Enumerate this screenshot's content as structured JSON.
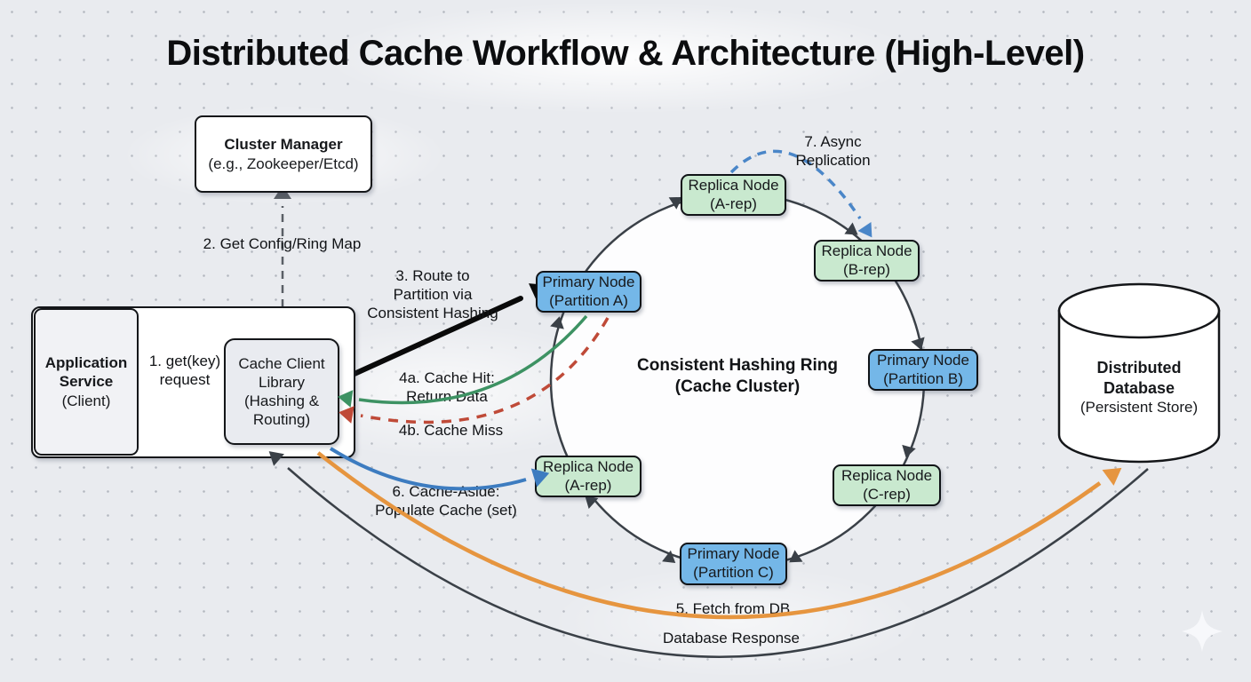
{
  "title": "Distributed Cache Workflow & Architecture (High-Level)",
  "cluster_manager": {
    "title": "Cluster Manager",
    "subtitle": "(e.g., Zookeeper/Etcd)"
  },
  "client": {
    "app_service_title": "Application Service",
    "app_service_subtitle": "(Client)",
    "cache_client_title": "Cache Client Library",
    "cache_client_subtitle": "(Hashing & Routing)"
  },
  "ring": {
    "label_line1": "Consistent Hashing Ring",
    "label_line2": "(Cache Cluster)",
    "nodes": [
      {
        "id": "primary-a",
        "type": "primary",
        "title": "Primary Node",
        "subtitle": "(Partition A)"
      },
      {
        "id": "replica-a-top",
        "type": "replica",
        "title": "Replica Node",
        "subtitle": "(A-rep)"
      },
      {
        "id": "replica-b",
        "type": "replica",
        "title": "Replica Node",
        "subtitle": "(B-rep)"
      },
      {
        "id": "primary-b",
        "type": "primary",
        "title": "Primary Node",
        "subtitle": "(Partition B)"
      },
      {
        "id": "replica-c",
        "type": "replica",
        "title": "Replica Node",
        "subtitle": "(C-rep)"
      },
      {
        "id": "primary-c",
        "type": "primary",
        "title": "Primary Node",
        "subtitle": "(Partition C)"
      },
      {
        "id": "replica-a-bottom",
        "type": "replica",
        "title": "Replica Node",
        "subtitle": "(A-rep)"
      }
    ]
  },
  "database": {
    "title": "Distributed Database",
    "subtitle": "(Persistent Store)"
  },
  "edges": {
    "e1": "1. get(key) request",
    "e2": "2. Get Config/Ring Map",
    "e3": "3. Route to Partition via Consistent Hashing",
    "e4a": "4a. Cache Hit: Return Data",
    "e4b": "4b. Cache Miss",
    "e5": "5. Fetch from DB",
    "e6": "6. Cache-Aside: Populate Cache (set)",
    "e7": "7. Async Replication",
    "db_response": "Database Response"
  },
  "colors": {
    "primary_node_fill": "#74b7e8",
    "replica_node_fill": "#c9e9cf",
    "route_arrow": "#0a0a0a",
    "cache_hit_green": "#3d9263",
    "cache_miss_red": "#bf4a38",
    "cache_aside_blue": "#3d7cc0",
    "async_replication_blue": "#4a86c8",
    "fetch_db_orange": "#e6953f",
    "ring_stroke": "#3a4047",
    "background": "#e9ebef"
  }
}
